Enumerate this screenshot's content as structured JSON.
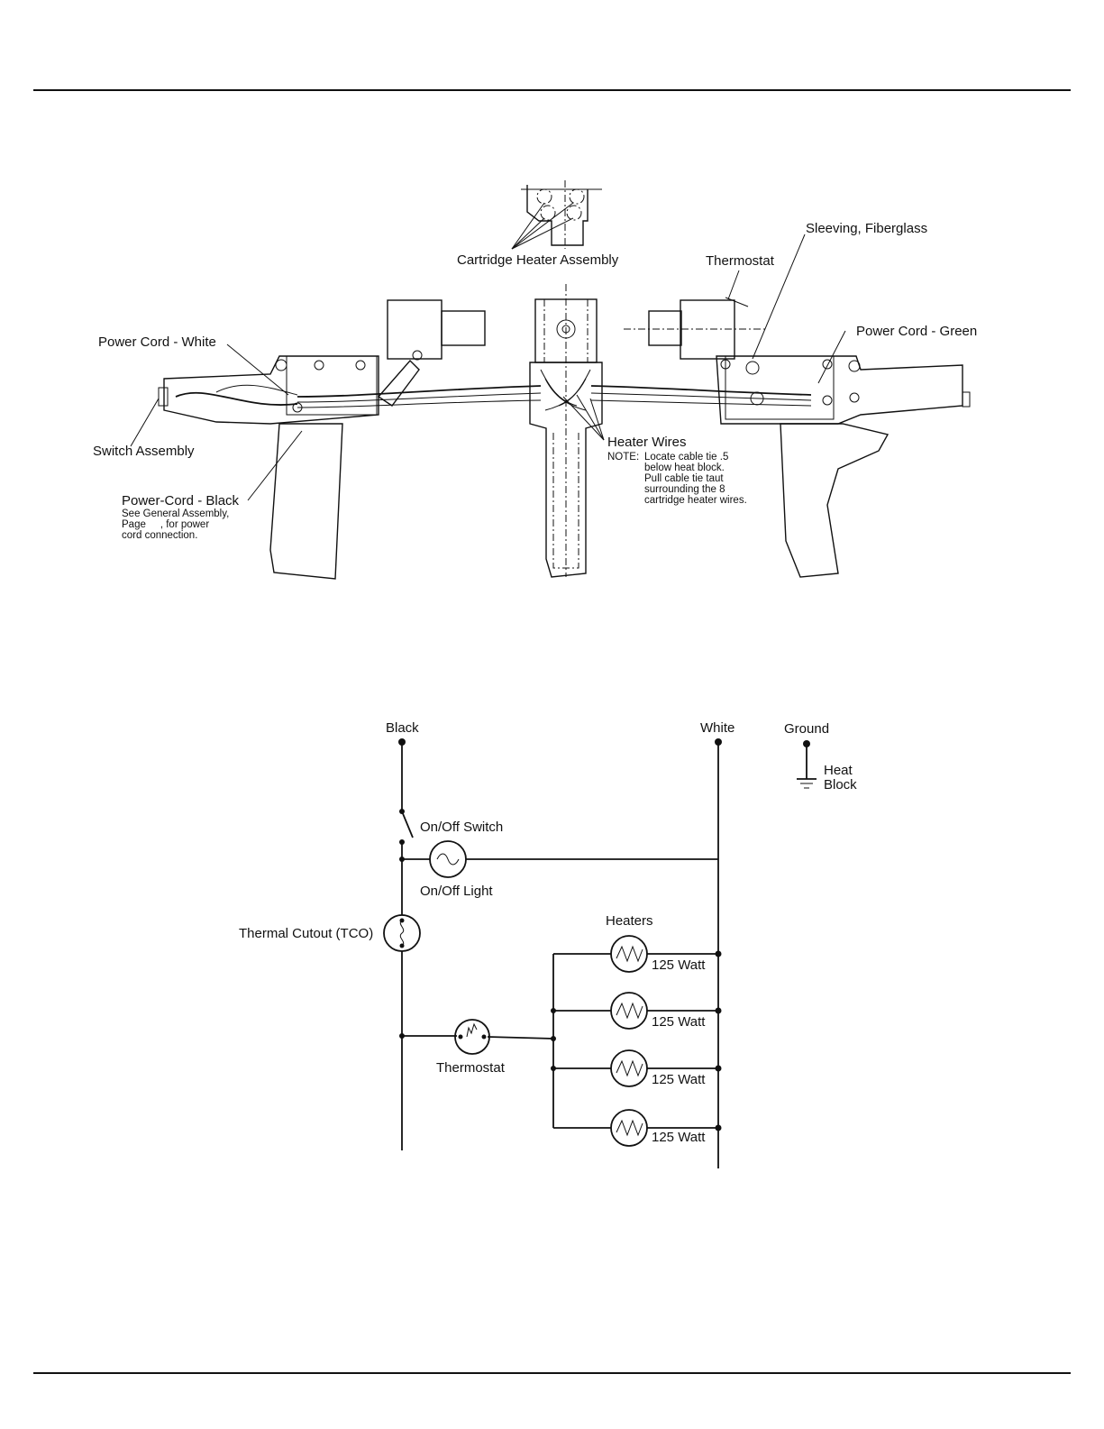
{
  "assembly_diagram": {
    "labels": {
      "cartridge_heater_assembly": "Cartridge Heater Assembly",
      "thermostat": "Thermostat",
      "sleeving_fiberglass": "Sleeving, Fiberglass",
      "power_cord_white": "Power Cord - White",
      "power_cord_green": "Power Cord - Green",
      "switch_assembly": "Switch Assembly",
      "power_cord_black": "Power-Cord - Black",
      "power_cord_note": [
        "See General Assembly,",
        "Page     , for power",
        "cord connection."
      ],
      "heater_wires": "Heater Wires",
      "note_prefix": "NOTE:",
      "note_lines": [
        "Locate cable tie .5",
        "below heat block.",
        "Pull cable tie taut",
        "surrounding the 8",
        "cartridge heater wires."
      ]
    }
  },
  "schematic": {
    "black": "Black",
    "white": "White",
    "ground": "Ground",
    "ground_target": [
      "Heat",
      "Block"
    ],
    "switch": "On/Off Switch",
    "light": "On/Off Light",
    "tco": "Thermal Cutout (TCO)",
    "heaters_title": "Heaters",
    "heater_ratings": [
      "125 Watt",
      "125 Watt",
      "125 Watt",
      "125 Watt"
    ],
    "thermostat": "Thermostat"
  }
}
